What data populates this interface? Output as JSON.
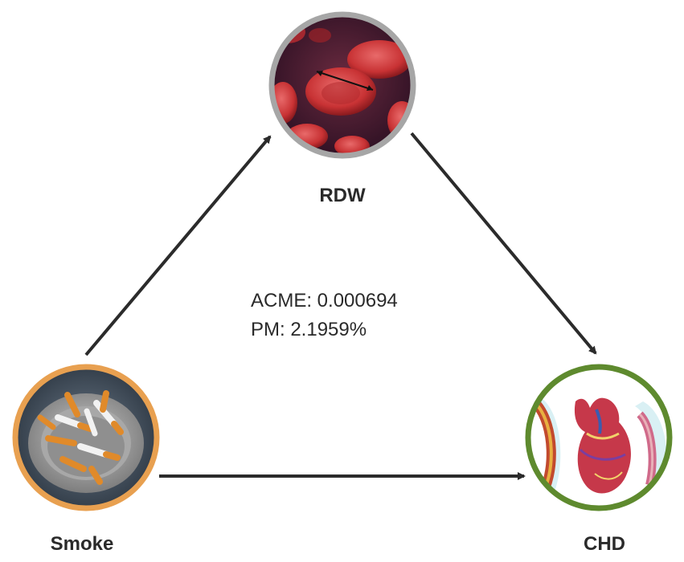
{
  "nodes": {
    "rdw": {
      "label": "RDW",
      "ring_color": "#a6a6a6",
      "icon": "red-blood-cells-icon"
    },
    "smoke": {
      "label": "Smoke",
      "ring_color": "#e8a050",
      "icon": "ashtray-cigarettes-icon"
    },
    "chd": {
      "label": "CHD",
      "ring_color": "#5e8a2e",
      "icon": "heart-anatomy-icon"
    }
  },
  "edges": [
    {
      "from": "smoke",
      "to": "rdw"
    },
    {
      "from": "rdw",
      "to": "chd"
    },
    {
      "from": "smoke",
      "to": "chd"
    }
  ],
  "stats": {
    "acme": "ACME: 0.000694",
    "pm": "PM: 2.1959%"
  },
  "arrow_color": "#2b2b2b"
}
